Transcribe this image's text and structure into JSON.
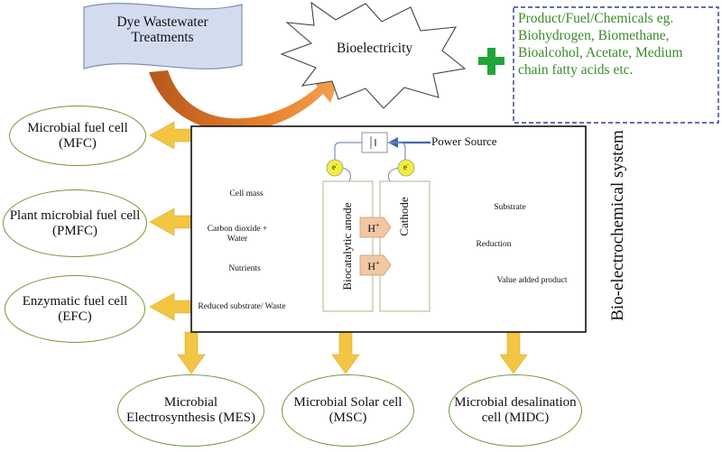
{
  "banner": {
    "title": "Dye Wastewater Treatments"
  },
  "bioelectricity": {
    "label": "Bioelectricity"
  },
  "products": {
    "text": "Product/Fuel/Chemicals eg. Biohydrogen, Biomethane, Bioalcohol, Acetate, Medium chain fatty acids etc."
  },
  "nodes": {
    "mfc": "Microbial fuel cell (MFC)",
    "pmfc": "Plant microbial fuel cell (PMFC)",
    "efc": "Enzymatic fuel cell (EFC)",
    "mes": "Microbial Electrosynthesis (MES)",
    "msc": "Microbial Solar cell (MSC)",
    "midc": "Microbial desalination cell (MIDC)"
  },
  "system": {
    "title": "Bio-electrochemical system",
    "power_source": "Power Source",
    "anode": "Biocatalytic anode",
    "cathode": "Cathode",
    "electron_charge": "-",
    "proton_charge": "+",
    "left": [
      "Cell mass",
      "Carbon dioxide + Water",
      "Nutrients",
      "Reduced substrate/ Waste"
    ],
    "right": [
      "Substrate",
      "Reduction",
      "Value added product"
    ]
  },
  "colors": {
    "banner_fill": "#d3dcef",
    "arrow_orange": "#e8802c",
    "arrow_yellow": "#f2c542",
    "plus_green": "#1fa53a",
    "product_text": "#3b8a2a",
    "product_border": "#2f3f8f",
    "ellipse_border": "#6f9a3a",
    "electron_fill": "#f2ef3a",
    "proton_fill": "#f1c8a4"
  }
}
